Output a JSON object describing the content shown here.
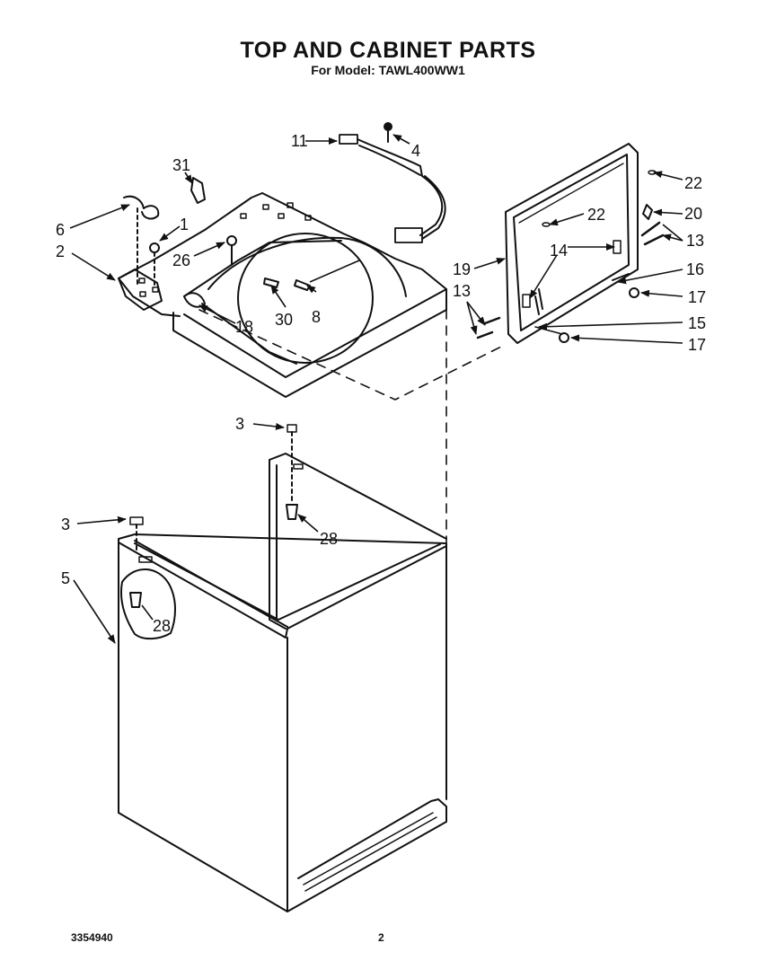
{
  "header": {
    "title": "TOP AND CABINET PARTS",
    "subtitle": "For Model: TAWL400WW1"
  },
  "footer": {
    "doc_number": "3354940",
    "page_number": "2"
  },
  "callouts": {
    "c1": "1",
    "c2": "2",
    "c3a": "3",
    "c3b": "3",
    "c4": "4",
    "c5": "5",
    "c6": "6",
    "c8": "8",
    "c11": "11",
    "c13a": "13",
    "c13b": "13",
    "c14": "14",
    "c15": "15",
    "c16": "16",
    "c17a": "17",
    "c17b": "17",
    "c18": "18",
    "c19": "19",
    "c20": "20",
    "c22a": "22",
    "c22b": "22",
    "c26": "26",
    "c28a": "28",
    "c28b": "28",
    "c30": "30",
    "c31": "31"
  }
}
